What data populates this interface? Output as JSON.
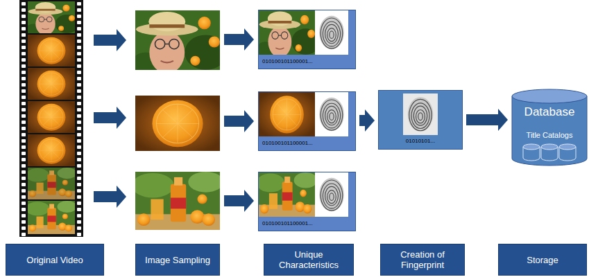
{
  "diagram": {
    "nodes": [
      {
        "text": [
          "010100101100001..."
        ]
      },
      {
        "text": [
          "010100101100001..."
        ]
      },
      {
        "text": [
          "010100101100001..."
        ]
      },
      {
        "text": [
          "01010101..."
        ]
      },
      {
        "text": [
          "Database",
          "Title Catalogs"
        ]
      },
      {
        "text": [
          "Original Video"
        ]
      },
      {
        "text": [
          "Image Sampling"
        ]
      },
      {
        "text": [
          "Unique Characteristics"
        ]
      },
      {
        "text": [
          "Creation of Fingerprint"
        ]
      },
      {
        "text": [
          "Storage"
        ]
      }
    ],
    "edges": [
      {
        "from": 1,
        "to": 3,
        "arrow": "to"
      },
      {
        "from": 3,
        "to": 4,
        "arrow": "to"
      }
    ]
  }
}
